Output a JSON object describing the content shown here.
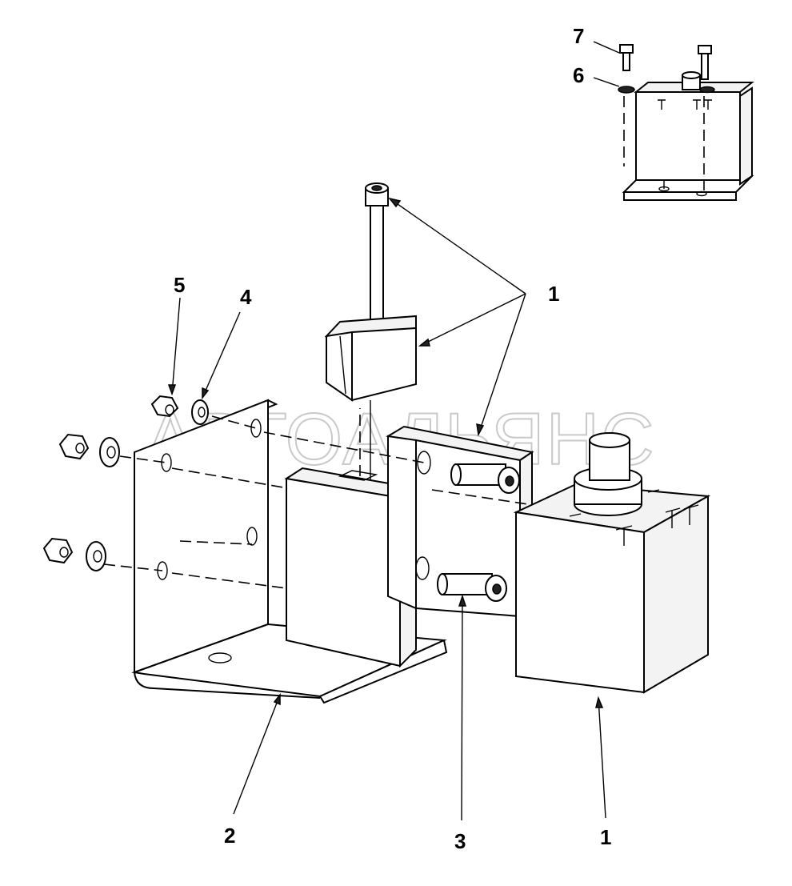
{
  "watermark": "АВТОАЛЬЯНС",
  "callouts": {
    "main_unit": "1",
    "valve_top": "1",
    "bracket": "2",
    "bolt": "3",
    "washer": "4",
    "nut": "5",
    "inset_washer": "6",
    "inset_bolt": "7"
  }
}
